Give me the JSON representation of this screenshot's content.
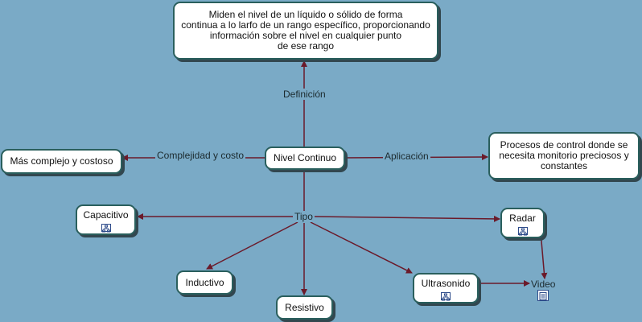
{
  "nodes": {
    "definition_text": "Miden el nivel de un líquido o sólido de forma\ncontinua a lo larfo de un rango específico, proporcionando\ninformación sobre el nivel en cualquier punto\nde ese rango",
    "central": "Nivel Continuo",
    "complexity": "Más complejo y costoso",
    "application_text": "Procesos de control donde se\nnecesita monitorio preciosos y\nconstantes",
    "capacitivo": "Capacitivo",
    "radar": "Radar",
    "inductivo": "Inductivo",
    "resistivo": "Resistivo",
    "ultrasonido": "Ultrasonido"
  },
  "linking_phrases": {
    "definicion": "Definición",
    "complejidad": "Complejidad y costo",
    "aplicacion": "Aplicación",
    "tipo": "Tipo",
    "video": "Video"
  },
  "colors": {
    "background": "#7aaac6",
    "node_border": "#2a5f5d",
    "connector": "#6b1a2a",
    "node_fill": "#ffffff"
  },
  "icons": [
    "concept-map-resource-icon",
    "document-resource-icon"
  ]
}
